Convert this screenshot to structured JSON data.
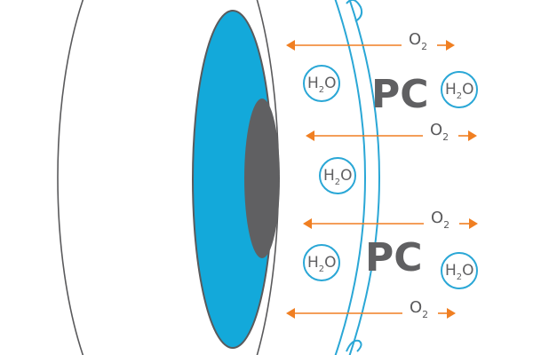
{
  "colors": {
    "iris": "#13a9da",
    "pupil": "#606062",
    "outline": "#5a5a5c",
    "lens": "#2aa7d6",
    "arrow": "#f07f22",
    "text": "#606062"
  },
  "labels": {
    "pc_top": "PC",
    "pc_bottom": "PC"
  },
  "oxygen": {
    "symbol": "O",
    "subscript": "2"
  },
  "water": {
    "symbol_h": "H",
    "subscript": "2",
    "symbol_o": "O"
  }
}
